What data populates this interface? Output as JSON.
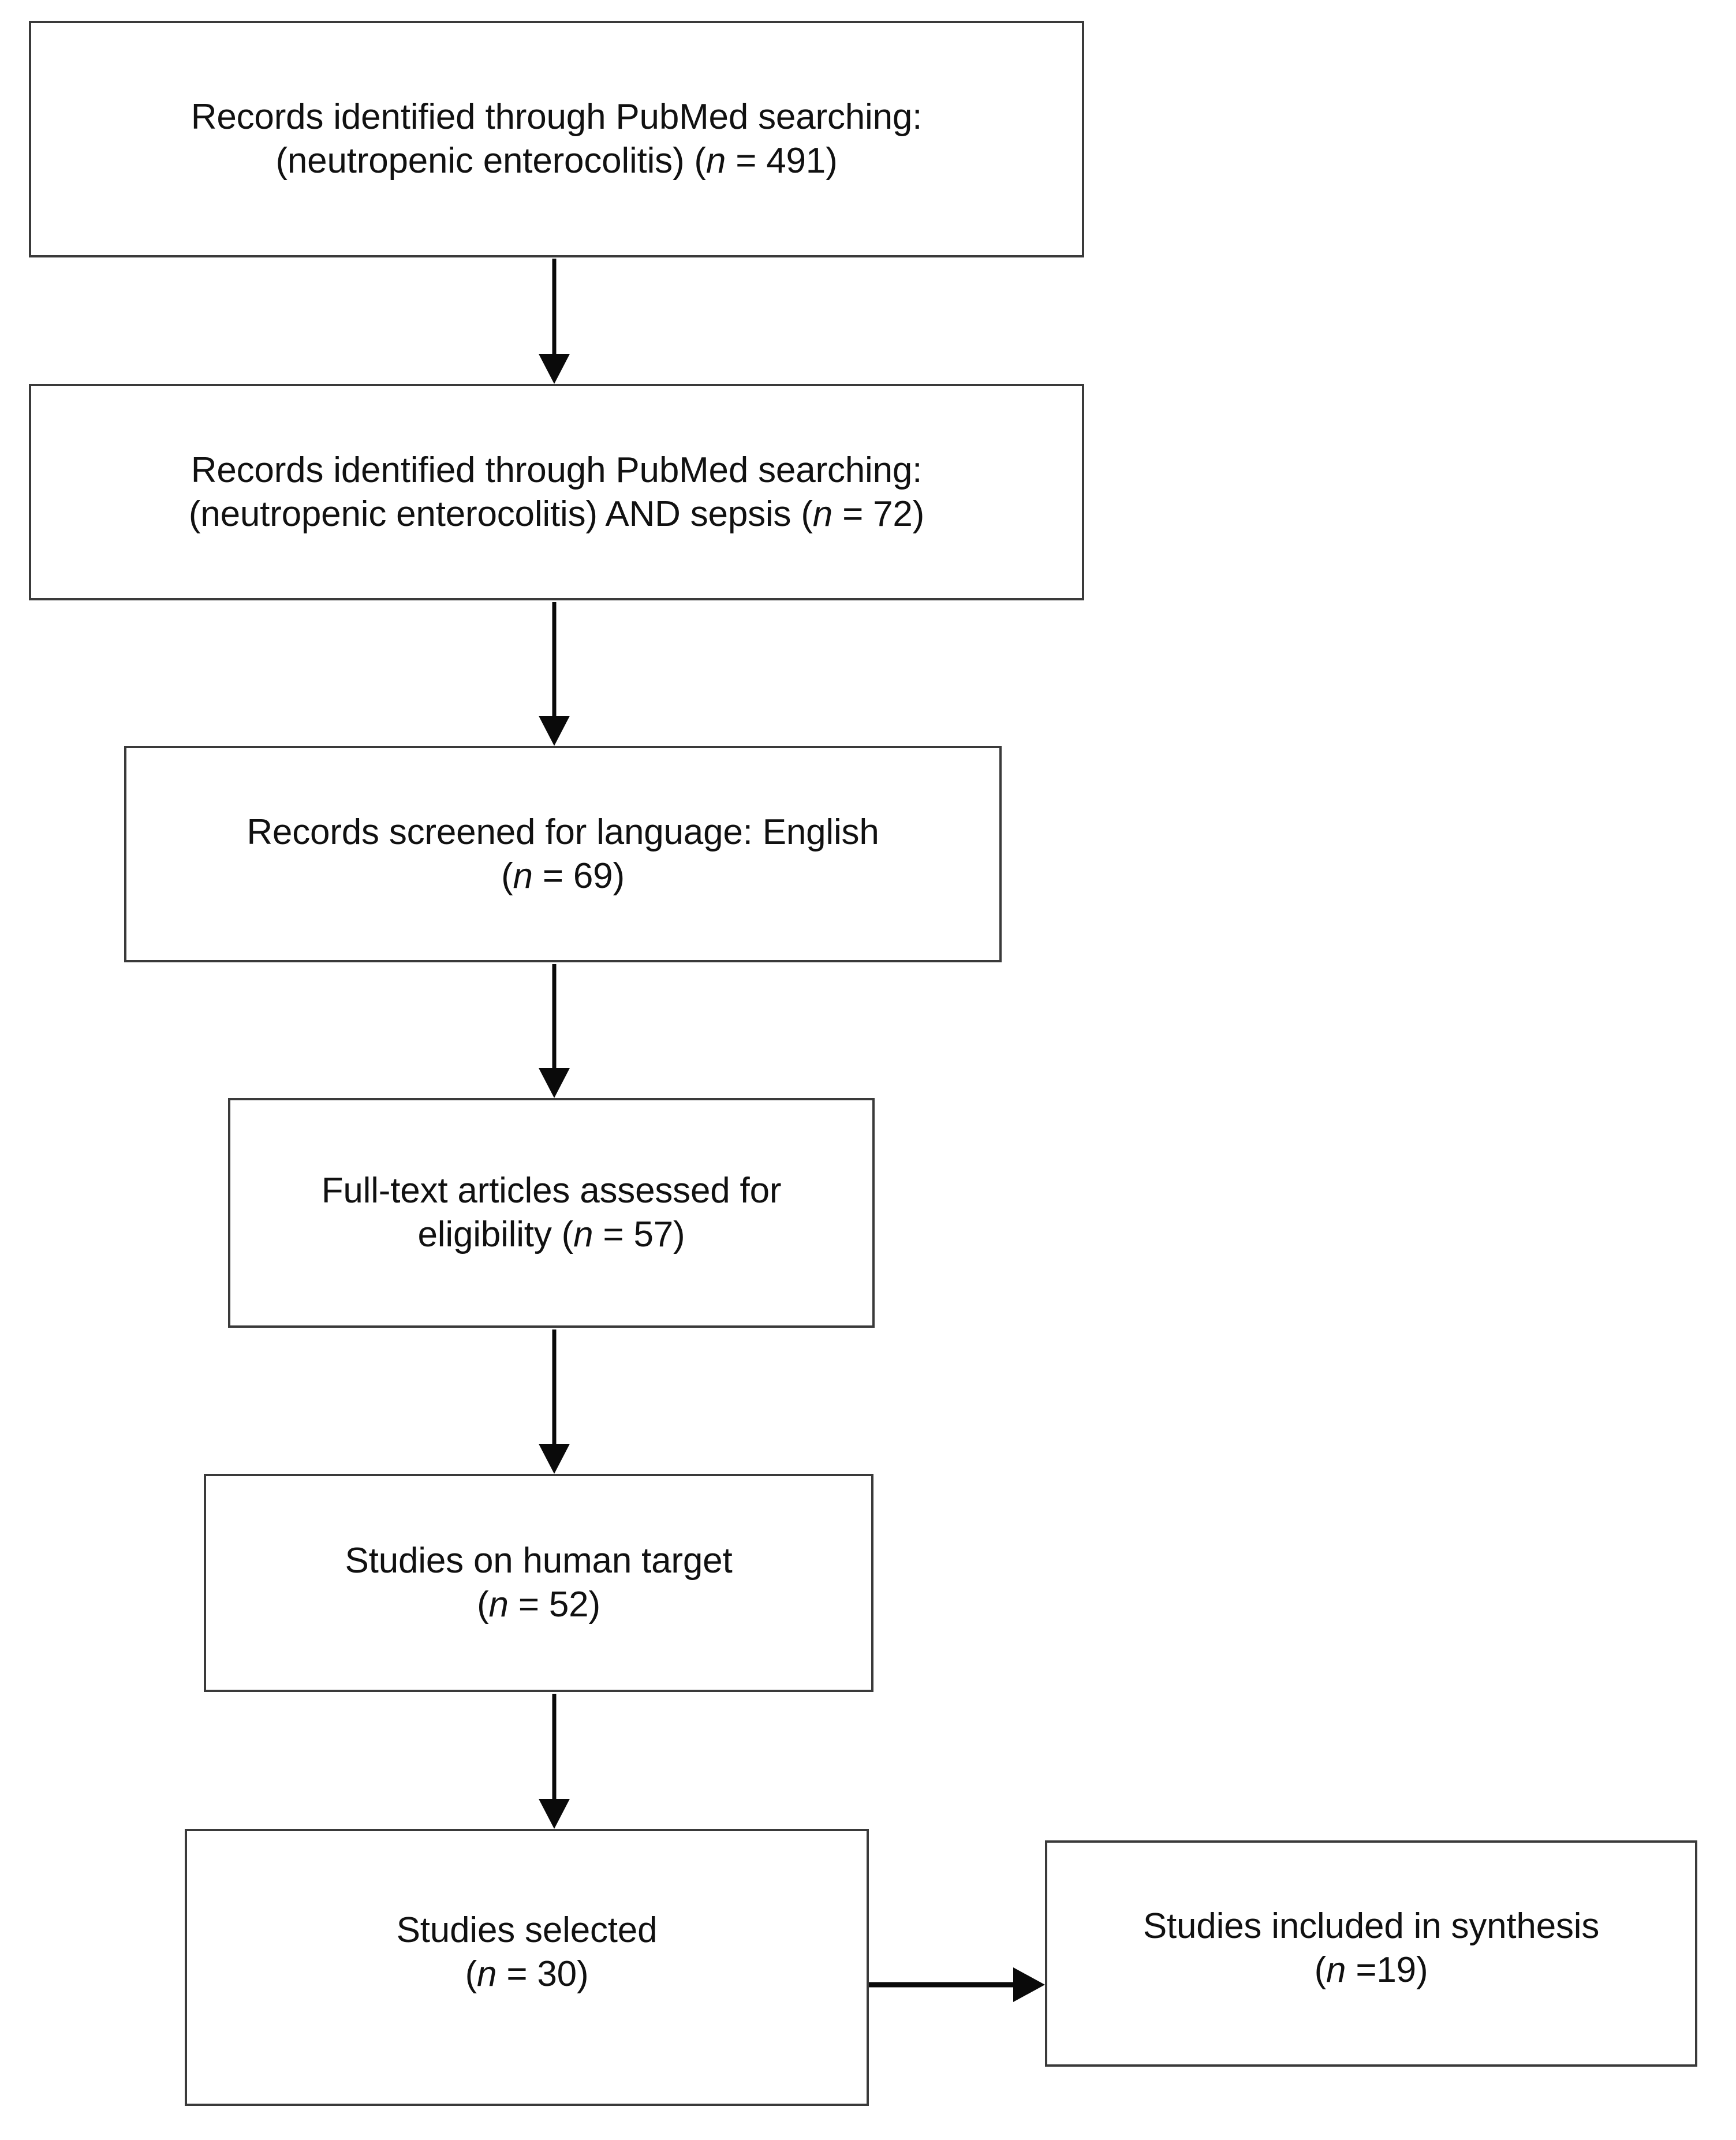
{
  "diagram": {
    "type": "prisma-flow-diagram",
    "title": "PRISMA study selection flow",
    "background_color": "#ffffff",
    "box_border_color": "#3a3a3a",
    "arrow_color": "#0a0a0a",
    "text_color": "#111111",
    "nodes": [
      {
        "id": "identified-primary",
        "line1": "Records identified through PubMed searching:",
        "line2_pre": "(neutropenic enterocolitis) (",
        "line2_italic": "n",
        "line2_post": " = 491)",
        "count": 491
      },
      {
        "id": "identified-sepsis",
        "line1": "Records identified through PubMed searching:",
        "line2_pre": "(neutropenic enterocolitis) AND sepsis (",
        "line2_italic": "n",
        "line2_post": " = 72)",
        "count": 72
      },
      {
        "id": "screened-language",
        "line1": "Records screened for language: English",
        "line2_pre": "(",
        "line2_italic": "n",
        "line2_post": " = 69)",
        "count": 69
      },
      {
        "id": "fulltext-eligibility",
        "line1": "Full-text articles assessed for",
        "line2_pre": "eligibility (",
        "line2_italic": "n",
        "line2_post": " = 57)",
        "count": 57
      },
      {
        "id": "human-target",
        "line1": "Studies on human target",
        "line2_pre": "(",
        "line2_italic": "n",
        "line2_post": " = 52)",
        "count": 52
      },
      {
        "id": "studies-selected",
        "line1": "Studies selected",
        "line2_pre": "(",
        "line2_italic": "n",
        "line2_post": " = 30)",
        "count": 30
      },
      {
        "id": "studies-included",
        "line1": "Studies included in synthesis",
        "line2_pre": "(",
        "line2_italic": "n",
        "line2_post": " =19)",
        "count": 19
      }
    ],
    "edges": [
      {
        "id": "edge-1",
        "from": "identified-primary",
        "to": "identified-sepsis",
        "direction": "down"
      },
      {
        "id": "edge-2",
        "from": "identified-sepsis",
        "to": "screened-language",
        "direction": "down"
      },
      {
        "id": "edge-3",
        "from": "screened-language",
        "to": "fulltext-eligibility",
        "direction": "down"
      },
      {
        "id": "edge-4",
        "from": "fulltext-eligibility",
        "to": "human-target",
        "direction": "down"
      },
      {
        "id": "edge-5",
        "from": "human-target",
        "to": "studies-selected",
        "direction": "down"
      },
      {
        "id": "edge-6",
        "from": "studies-selected",
        "to": "studies-included",
        "direction": "right"
      }
    ]
  }
}
